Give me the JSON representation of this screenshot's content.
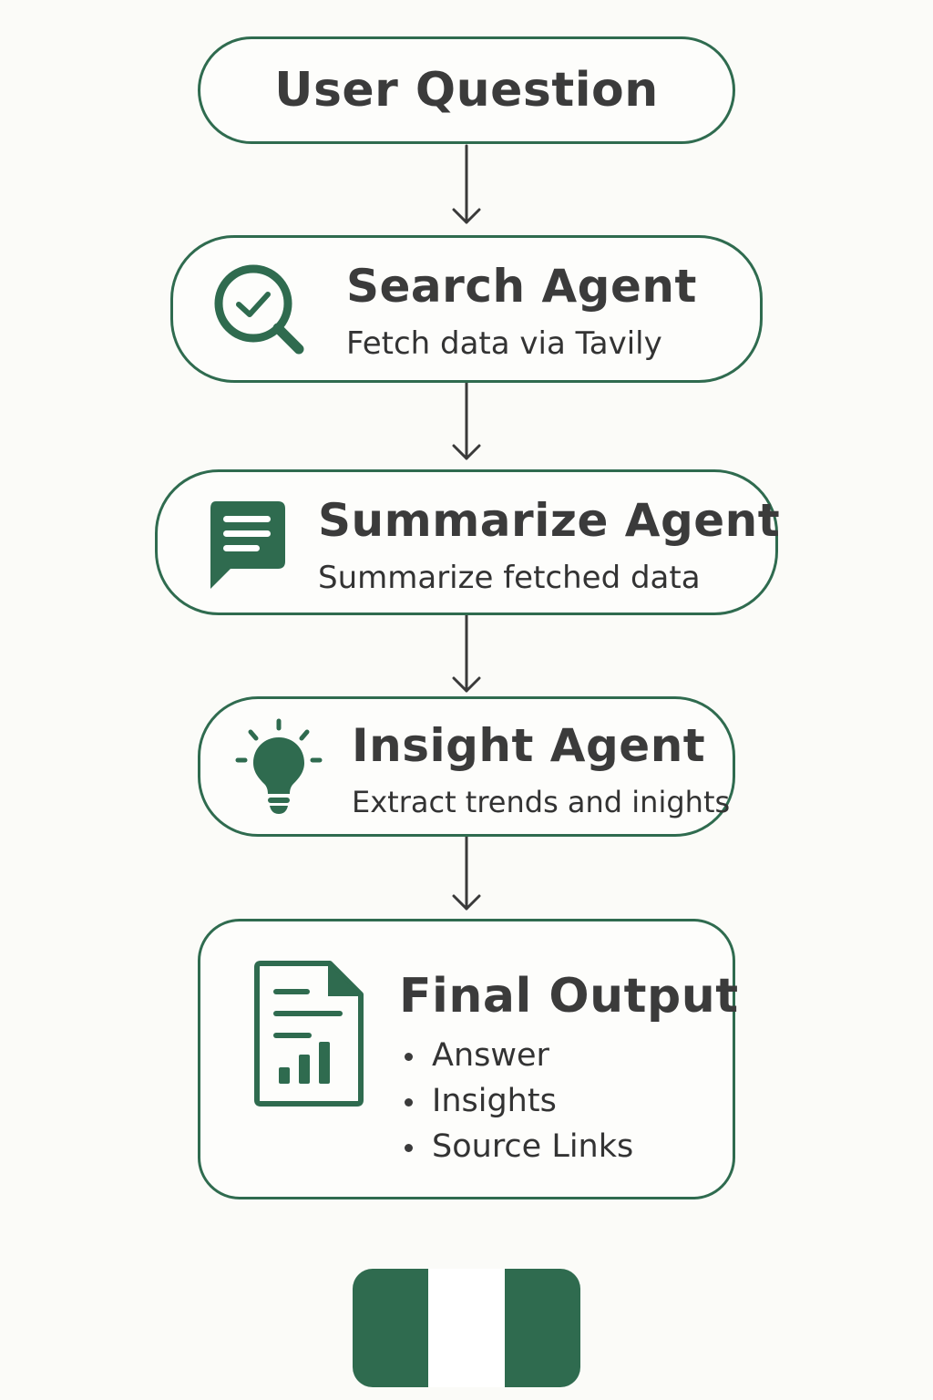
{
  "colors": {
    "accent": "#2f6b4f",
    "text": "#3b3b3b",
    "background": "#fbfbf8"
  },
  "flow": {
    "user_question": {
      "title": "User Question"
    },
    "search_agent": {
      "title": "Search Agent",
      "subtitle": "Fetch data via Tavily",
      "icon": "search-check-icon"
    },
    "summarize_agent": {
      "title": "Summarize Agent",
      "subtitle": "Summarize fetched data",
      "icon": "chat-bubble-icon"
    },
    "insight_agent": {
      "title": "Insight Agent",
      "subtitle": "Extract trends and inights",
      "icon": "lightbulb-icon"
    },
    "final_output": {
      "title": "Final Output",
      "icon": "report-document-icon",
      "items": [
        "Answer",
        "Insights",
        "Source Links"
      ]
    }
  },
  "emblem": {
    "icon": "green-white-green-flag-icon",
    "colors": [
      "#2f6b4f",
      "#ffffff",
      "#2f6b4f"
    ]
  }
}
